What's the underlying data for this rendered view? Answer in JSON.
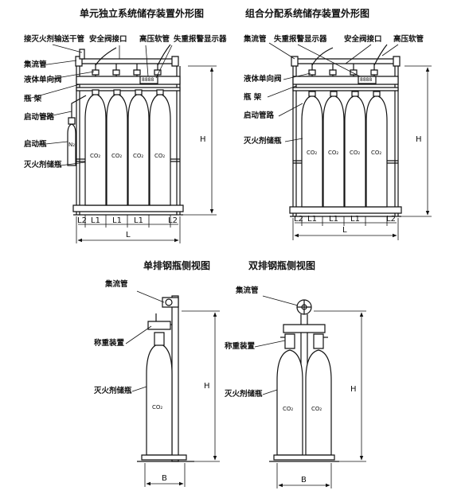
{
  "titles": {
    "unit_system": "单元独立系统储存装置外形图",
    "combined_system": "组合分配系统储存装置外形图",
    "single_row": "单排钢瓶侧视图",
    "double_row": "双排钢瓶侧视图"
  },
  "labels": {
    "a_delivery_pipe": "接灭火剂输送干管",
    "a_safety_valve": "安全阀接口",
    "a_hose": "高压软管",
    "a_weight_alarm": "失重报警显示器",
    "a_collector": "集流管",
    "a_check_valve": "液体单向阀",
    "a_frame": "瓶 架",
    "a_start_pipe": "启动管路",
    "a_start_bottle": "启动瓶",
    "a_storage": "灭火剂储瓶",
    "b_collector": "集流管",
    "b_weight_alarm": "失重报警显示器",
    "b_safety_valve": "安全阀接口",
    "b_hose": "高压软管",
    "b_check_valve": "液体单向阀",
    "b_frame": "瓶 架",
    "b_start_pipe": "启动管路",
    "b_storage": "灭火剂储瓶",
    "c_collector": "集流管",
    "c_weigh": "称重装置",
    "c_storage": "灭火剂储瓶",
    "d_collector": "集流管",
    "d_weigh": "称重装置",
    "d_storage": "灭火剂储瓶"
  },
  "cylinder_label": "CO₂",
  "start_bottle_label": "N₂",
  "display_reading": "8888",
  "dimensions": {
    "L": "L",
    "L1": "L1",
    "L2": "L2",
    "H": "H",
    "B": "B"
  }
}
